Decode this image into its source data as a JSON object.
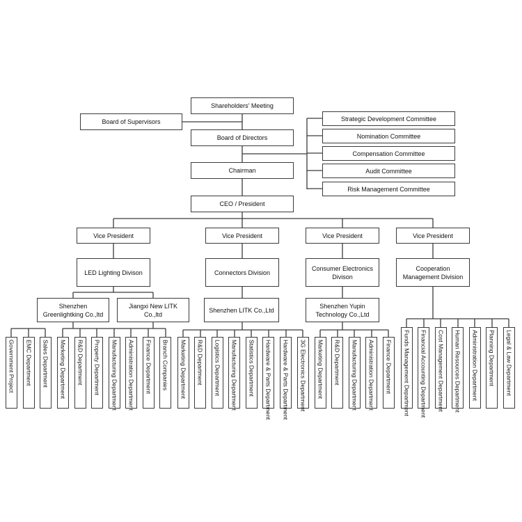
{
  "chart": {
    "shareholders": "Shareholders’ Meeting",
    "supervisors": "Board of Supervisors",
    "directors": "Board of Directors",
    "committees": [
      "Strategic Development Committee",
      "Nomination Committee",
      "Compensation Committee",
      "Audit Committee",
      "Risk Management Committee"
    ],
    "chairman": "Chairman",
    "ceo": "CEO / President",
    "vice_presidents": [
      "Vice President",
      "Vice President",
      "Vice President",
      "Vice President"
    ],
    "divisions": [
      "LED Lighting Divison",
      "Connectors Division",
      "Consumer Electronics\nDivison",
      "Cooperation\nManagement Division"
    ],
    "companies": [
      "Shenzhen\nGreenlightking Co.,ltd",
      "Jiangxi New LITK\nCo.,ltd",
      "Shenzhen LITK Co.,Ltd",
      "Shenzhen Yupin\nTechnology Co.,Ltd"
    ],
    "departments": {
      "greenlightking": [
        "Government Project",
        "EMC Department",
        "Sales Department"
      ],
      "jiangxi": [
        "Marketing Department",
        "R&D Department",
        "Property Department",
        "Manufacturing Department",
        "Administration Department",
        "Finance Department",
        "Branch Companies"
      ],
      "litk": [
        "Marketing Department",
        "R&D Department",
        "Logistics Department",
        "Manufacturing Department",
        "Statistics Department",
        "Hardware & Parts Department",
        "Hardware & Parts Department",
        "3G Electronics Department"
      ],
      "yupin": [
        "Marketing Department",
        "R&D Department",
        "Manufacturing Department",
        "Administration Department",
        "Finance Department"
      ],
      "cooperation": [
        "Funds Management Department",
        "Financial Accounting Department",
        "Cost Management Department",
        "Human Resources Department",
        "Administration Department",
        "Planning Department",
        "Legal & Law Department"
      ]
    }
  }
}
